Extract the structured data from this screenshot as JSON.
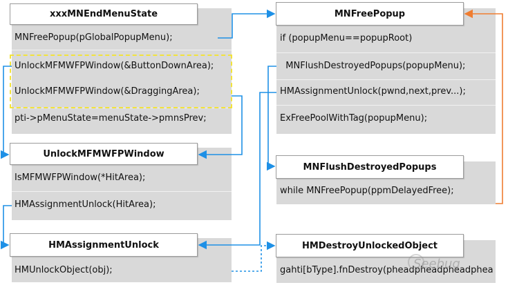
{
  "boxes": {
    "end_menu_state": {
      "title": "xxxMNEndMenuState",
      "lines": [
        "MNFreePopup(pGlobalPopupMenu);",
        "UnlockMFMWFPWindow(&ButtonDownArea);",
        "UnlockMFMWFPWindow(&DraggingArea);",
        "pti->pMenuState=menuState->pmnsPrev;"
      ]
    },
    "unlock_mfmwfp": {
      "title": "UnlockMFMWFPWindow",
      "lines": [
        "IsMFMWFPWindow(*HitArea);",
        "HMAssignmentUnlock(HitArea);"
      ]
    },
    "hm_assignment_unlock": {
      "title": "HMAssignmentUnlock",
      "lines": [
        "HMUnlockObject(obj);"
      ]
    },
    "mn_free_popup": {
      "title": "MNFreePopup",
      "lines": [
        "if (popupMenu==popupRoot)",
        "  MNFlushDestroyedPopups(popupMenu);",
        "HMAssignmentUnlock(pwnd,next,prev...);",
        "ExFreePoolWithTag(popupMenu);"
      ]
    },
    "mn_flush_destroyed": {
      "title": "MNFlushDestroyedPopups",
      "lines": [
        "while MNFreePopup(ppmDelayedFree);"
      ]
    },
    "hm_destroy_unlocked": {
      "title": "HMDestroyUnlockedObject",
      "lines": [
        "gahti[bType].fnDestroy(pheadpheadpheadphead);"
      ]
    }
  },
  "colors": {
    "arrow_blue": "#1e90e6",
    "arrow_orange": "#ef7d31",
    "highlight_dash": "#f2e33b",
    "panel_gray": "#d9d9d9"
  },
  "watermark": "Seebug"
}
